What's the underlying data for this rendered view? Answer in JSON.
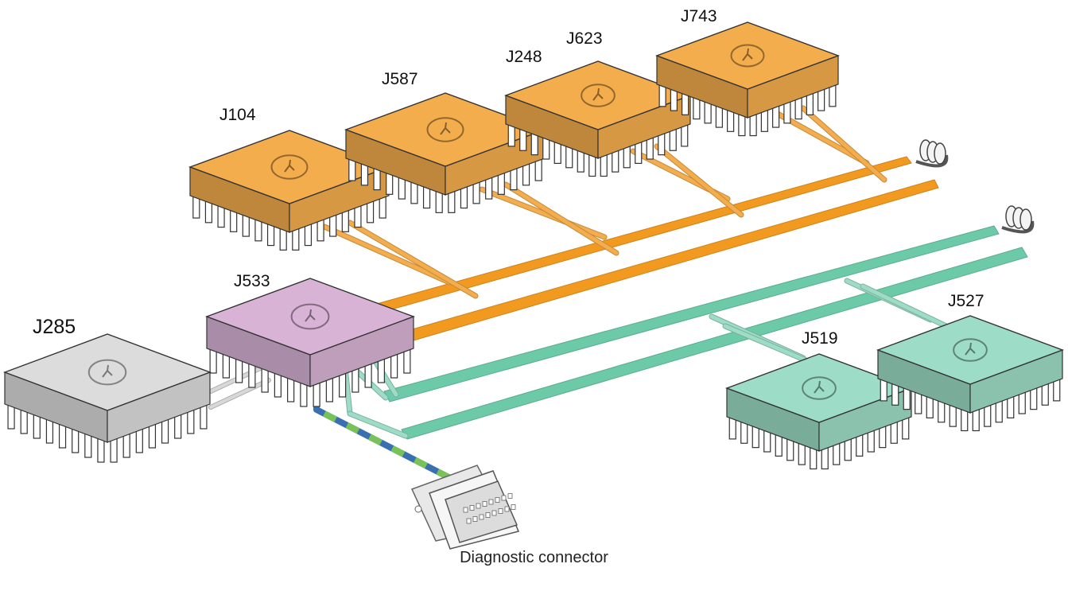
{
  "colors": {
    "orange": "#f4ad4c",
    "orange_bus": "#f29a20",
    "teal": "#9ddcc6",
    "teal_bus": "#6ccaa8",
    "purple": "#d9b3d6",
    "gray": "#dcdcdc",
    "diag_blue": "#3a6fb0",
    "diag_green": "#79c25a"
  },
  "modules": [
    {
      "id": "J104",
      "group": "orange",
      "label_big": false
    },
    {
      "id": "J587",
      "group": "orange",
      "label_big": false
    },
    {
      "id": "J623",
      "group": "orange",
      "label_big": false
    },
    {
      "id": "J743",
      "group": "orange",
      "label_big": false
    },
    {
      "id": "J533",
      "group": "purple",
      "label_big": false
    },
    {
      "id": "J285",
      "group": "gray",
      "label_big": true
    },
    {
      "id": "J519",
      "group": "teal",
      "label_big": false
    },
    {
      "id": "J527",
      "group": "teal",
      "label_big": false
    }
  ],
  "labels": {
    "J104": "J104",
    "J587": "J587",
    "J248": "J248",
    "J623": "J623",
    "J743": "J743",
    "J533": "J533",
    "J285": "J285",
    "J519": "J519",
    "J527": "J527"
  },
  "caption": "Diagnostic connector"
}
